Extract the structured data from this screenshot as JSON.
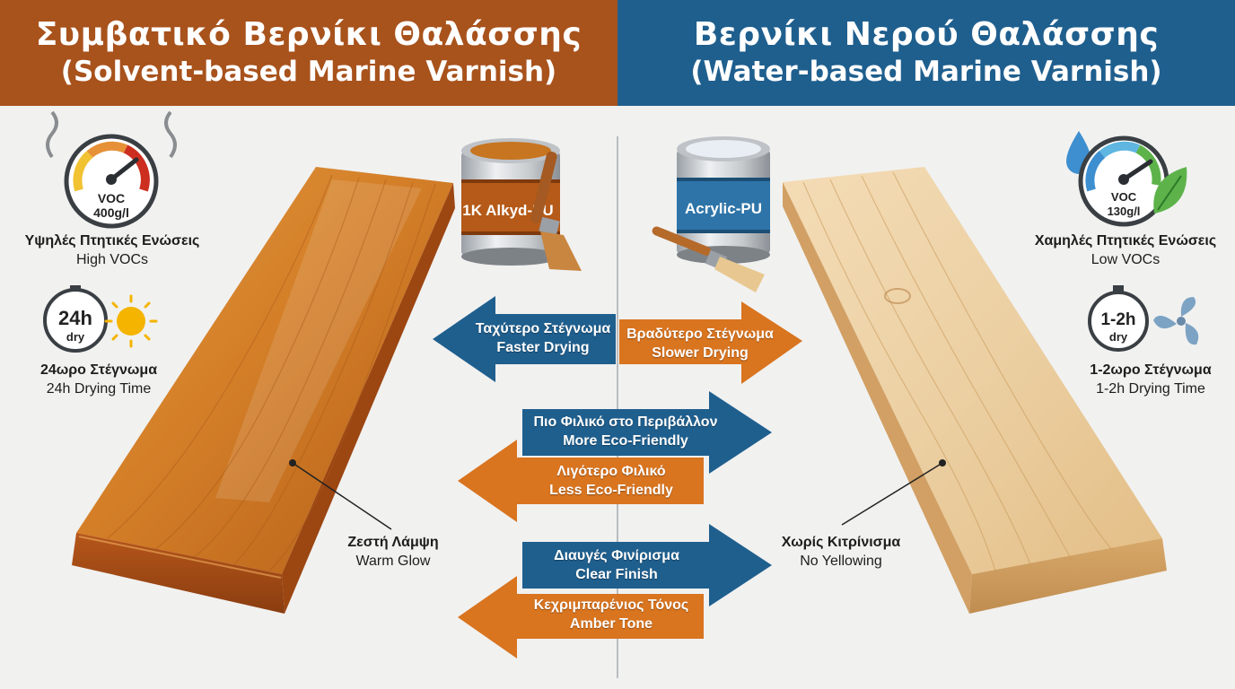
{
  "left_header": {
    "greek": "Συμβατικό Βερνίκι Θαλάσσης",
    "english": "(Solvent-based Marine Varnish)"
  },
  "right_header": {
    "greek": "Βερνίκι Νερού Θαλάσσης",
    "english": "(Water-based Marine Varnish)"
  },
  "left_features": {
    "voc": {
      "gauge_text": "VOC",
      "gauge_value": "400g/l",
      "greek": "Υψηλές Πτητικές Ενώσεις",
      "english": "High VOCs"
    },
    "drying": {
      "icon_text": "24h",
      "icon_sub": "dry",
      "greek": "24ωρο Στέγνωμα",
      "english": "24h Drying Time"
    },
    "finish": {
      "greek": "Ζεστή Λάμψη",
      "english": "Warm Glow"
    }
  },
  "right_features": {
    "voc": {
      "gauge_text": "VOC",
      "gauge_value": "130g/l",
      "greek": "Χαμηλές Πτητικές Ενώσεις",
      "english": "Low VOCs"
    },
    "drying": {
      "icon_text": "1-2h",
      "icon_sub": "dry",
      "greek": "1-2ωρο Στέγνωμα",
      "english": "1-2h Drying Time"
    },
    "finish": {
      "greek": "Χωρίς Κιτρίνισμα",
      "english": "No Yellowing"
    }
  },
  "cans": {
    "left_label": "1K Alkyd-PU",
    "right_label": "Acrylic-PU"
  },
  "arrows": [
    {
      "greek": "Ταχύτερο Στέγνωμα",
      "english": "Faster Drying",
      "color": "#1f5f8e"
    },
    {
      "greek": "Βραδύτερο Στέγνωμα",
      "english": "Slower Drying",
      "color": "#d9741f"
    },
    {
      "greek": "Πιο Φιλικό στο Περιβάλλον",
      "english": "More Eco-Friendly",
      "color": "#1f5f8e"
    },
    {
      "greek": "Λιγότερο Φιλικό",
      "english": "Less Eco-Friendly",
      "color": "#d9741f"
    },
    {
      "greek": "Διαυγές Φινίρισμα",
      "english": "Clear Finish",
      "color": "#1f5f8e"
    },
    {
      "greek": "Κεχριμπαρένιος Τόνος",
      "english": "Amber Tone",
      "color": "#d9741f"
    }
  ],
  "colors": {
    "solvent_brand": "#a8521c",
    "water_brand": "#1f5f8e",
    "amber_wood": "#c86a1e",
    "light_wood": "#e9c99a"
  }
}
